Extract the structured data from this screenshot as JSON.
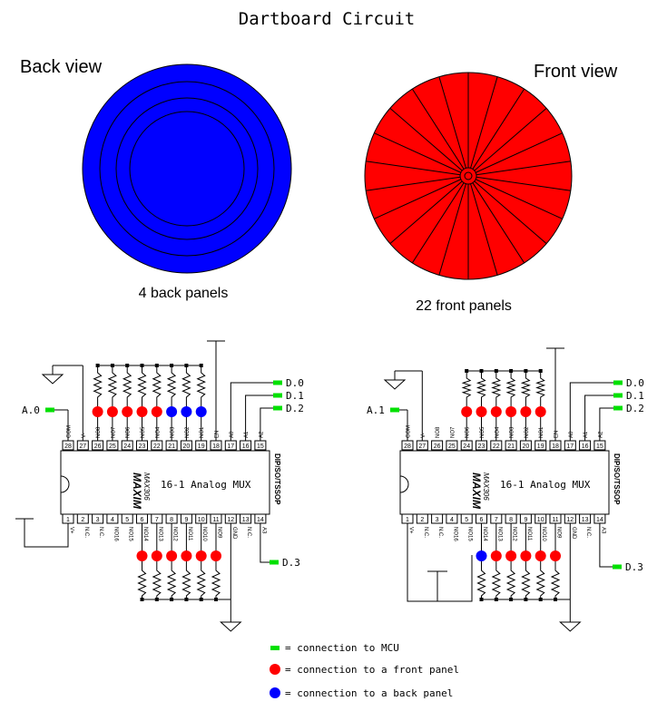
{
  "title": "Dartboard Circuit",
  "back_view": {
    "label": "Back view",
    "caption": "4 back panels",
    "color": "#0000ff"
  },
  "front_view": {
    "label": "Front view",
    "caption": "22 front panels",
    "color": "#ff0000",
    "segments": 22
  },
  "chip": {
    "brand": "MAXIM",
    "part": "MAX306",
    "name": "16-1 Analog MUX",
    "package": "DIP/SO/TSSOP",
    "top_pins": [
      {
        "num": "28",
        "name": "COM"
      },
      {
        "num": "27",
        "name": "V-"
      },
      {
        "num": "26",
        "name": "NO8"
      },
      {
        "num": "25",
        "name": "NO7"
      },
      {
        "num": "24",
        "name": "NO6"
      },
      {
        "num": "23",
        "name": "NO5"
      },
      {
        "num": "22",
        "name": "NO4"
      },
      {
        "num": "21",
        "name": "NO3"
      },
      {
        "num": "20",
        "name": "NO2"
      },
      {
        "num": "19",
        "name": "NO1"
      },
      {
        "num": "18",
        "name": "EN"
      },
      {
        "num": "17",
        "name": "A0"
      },
      {
        "num": "16",
        "name": "A1"
      },
      {
        "num": "15",
        "name": "A2"
      }
    ],
    "bottom_pins": [
      {
        "num": "1",
        "name": "V+"
      },
      {
        "num": "2",
        "name": "N.C."
      },
      {
        "num": "3",
        "name": "N.C."
      },
      {
        "num": "4",
        "name": "NO16"
      },
      {
        "num": "5",
        "name": "NO15"
      },
      {
        "num": "6",
        "name": "NO14"
      },
      {
        "num": "7",
        "name": "NO13"
      },
      {
        "num": "8",
        "name": "NO12"
      },
      {
        "num": "9",
        "name": "NO11"
      },
      {
        "num": "10",
        "name": "NO10"
      },
      {
        "num": "11",
        "name": "NO9"
      },
      {
        "num": "12",
        "name": "GND"
      },
      {
        "num": "13",
        "name": "N.C."
      },
      {
        "num": "14",
        "name": "A3"
      }
    ]
  },
  "left_circuit": {
    "analog_label": "A.0",
    "digital_labels": [
      "D.0",
      "D.1",
      "D.2"
    ],
    "bottom_digital_label": "D.3",
    "top_dots": [
      "red",
      "red",
      "red",
      "red",
      "red",
      "blue",
      "blue",
      "blue"
    ],
    "bottom_dots": [
      "red",
      "red",
      "red",
      "red",
      "red",
      "red"
    ]
  },
  "right_circuit": {
    "analog_label": "A.1",
    "digital_labels": [
      "D.0",
      "D.1",
      "D.2"
    ],
    "bottom_digital_label": "D.3",
    "top_dots": [
      "red",
      "red",
      "red",
      "red",
      "red",
      "red"
    ],
    "bottom_dots": [
      "blue",
      "red",
      "red",
      "red",
      "red",
      "red"
    ]
  },
  "legend": [
    {
      "marker": "green",
      "text": "= connection to MCU"
    },
    {
      "marker": "red",
      "text": "= connection to a front panel"
    },
    {
      "marker": "blue",
      "text": "= connection to a back panel"
    }
  ],
  "colors": {
    "red": "#ff0000",
    "blue": "#0000ff",
    "green": "#00e000"
  }
}
